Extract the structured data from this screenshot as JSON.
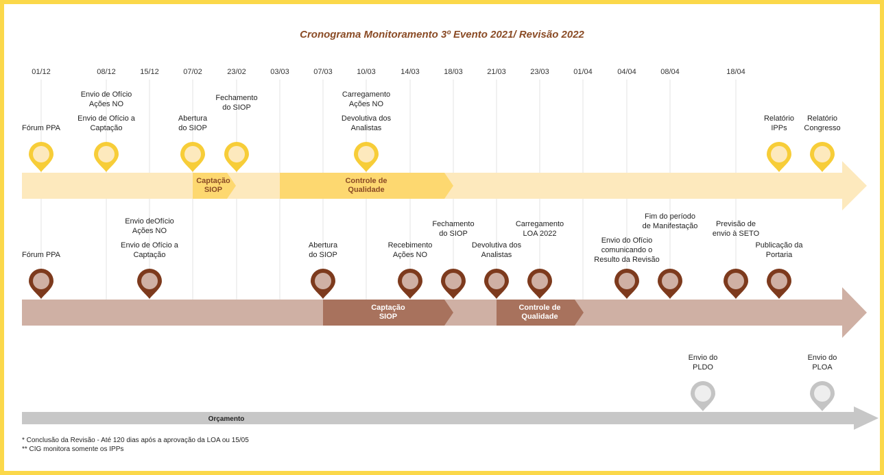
{
  "title": "Cronograma Monitoramento 3º Evento 2021/ Revisão 2022",
  "colors": {
    "frame": "#fbd84a",
    "title": "#8a4b25",
    "track1": "#fde9bd",
    "track1_phase": "#fdd870",
    "track1_text": "#8a4b25",
    "pin1": "#f7cd38",
    "pin1_inner": "#fde9bd",
    "track2": "#cfb0a4",
    "track2_phase": "#a8725d",
    "pin2": "#7d3a1d",
    "pin2_inner": "#cfb0a4",
    "track3": "#c7c7c7",
    "pin3": "#c4c4c4",
    "pin3_inner": "#eeeeee"
  },
  "dates": [
    "01/12",
    "08/12",
    "15/12",
    "07/02",
    "23/02",
    "03/03",
    "07/03",
    "10/03",
    "14/03",
    "18/03",
    "21/03",
    "23/03",
    "01/04",
    "04/04",
    "08/04",
    "18/04"
  ],
  "track1": {
    "phases": [
      "Captação\nSIOP",
      "Controle de\nQualidade"
    ],
    "labels": [
      "Fórum PPA",
      "Envio de Ofício\nAções NO",
      "Envio de Ofício a\nCaptação",
      "Abertura\ndo SIOP",
      "Fechamento\ndo SIOP",
      "Carregamento\nAções NO",
      "Devolutiva dos\nAnalistas",
      "Relatório\nIPPs",
      "Relatório\nCongresso"
    ]
  },
  "track2": {
    "phases": [
      "Captação\nSIOP",
      "Controle de\nQualidade"
    ],
    "labels": [
      "Fórum PPA",
      "Envio deOfício\nAções NO",
      "Envio de Ofício a\nCaptação",
      "Abertura\ndo SIOP",
      "Recebimento\nAções NO",
      "Fechamento\ndo SIOP",
      "Devolutiva dos\nAnalistas",
      "Carregamento\nLOA 2022",
      "Envio do Ofício\ncomunicando o\nResulto da Revisão",
      "Fim do período\nde Manifestação",
      "Previsão de\nenvio à SETO",
      "Publicação da\nPortaria"
    ]
  },
  "track3": {
    "label": "Orçamento",
    "labels": [
      "Envio do\nPLDO",
      "Envio do\nPLOA"
    ]
  },
  "notes": [
    "* Conclusão da Revisão - Até 120 dias após a aprovação da LOA ou 15/05",
    "** CIG monitora somente os IPPs"
  ]
}
